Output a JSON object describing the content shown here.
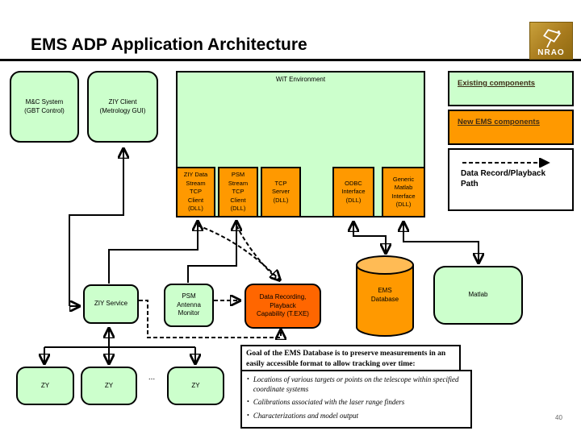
{
  "slide": {
    "title": "EMS ADP Application Architecture",
    "page_number": "40",
    "logo_text": "NRAO"
  },
  "legend": {
    "existing_label": "Existing components",
    "new_label": "New EMS components",
    "path_label": "Data Record/Playback\nPath"
  },
  "nodes": {
    "mc_system": "M&C System\n(GBT Control)",
    "ziy_client": "ZIY Client\n(Metrology GUI)",
    "wit_environment": "WiT Environment",
    "ziy_data_stream": "ZIY Data\nStream\nTCP\nClient\n(DLL)",
    "psm_stream": "PSM\nStream\nTCP\nClient\n(DLL)",
    "tcp_server": "TCP\nServer\n(DLL)",
    "odbc_interface": "ODBC\nInterface\n(DLL)",
    "generic_matlab": "Generic\nMatlab\nInterface\n(DLL)",
    "ziy_service": "ZIY Service",
    "psm_antenna": "PSM\nAntenna\nMonitor",
    "data_recording": "Data Recording,\nPlayback\nCapability (T.EXE)",
    "ems_database": "EMS\nDatabase",
    "matlab": "Matlab",
    "zy_1": "ZY",
    "zy_2": "ZY",
    "zy_3": "ZY",
    "ellipsis": "..."
  },
  "goal": {
    "heading": "Goal of the EMS Database is to preserve measurements in an easily accessible format to allow tracking over time:",
    "bullet_char": "•",
    "bullets": [
      "Locations of various targets or points on the telescope within specified coordinate systems",
      "Calibrations associated with the laser range finders",
      "Characterizations and model output"
    ]
  },
  "colors": {
    "box_green": "#ccffcc",
    "box_orange": "#ff9900",
    "box_red_orange": "#ff6600",
    "cylinder_top": "#ffbb55",
    "line": "#000000"
  }
}
